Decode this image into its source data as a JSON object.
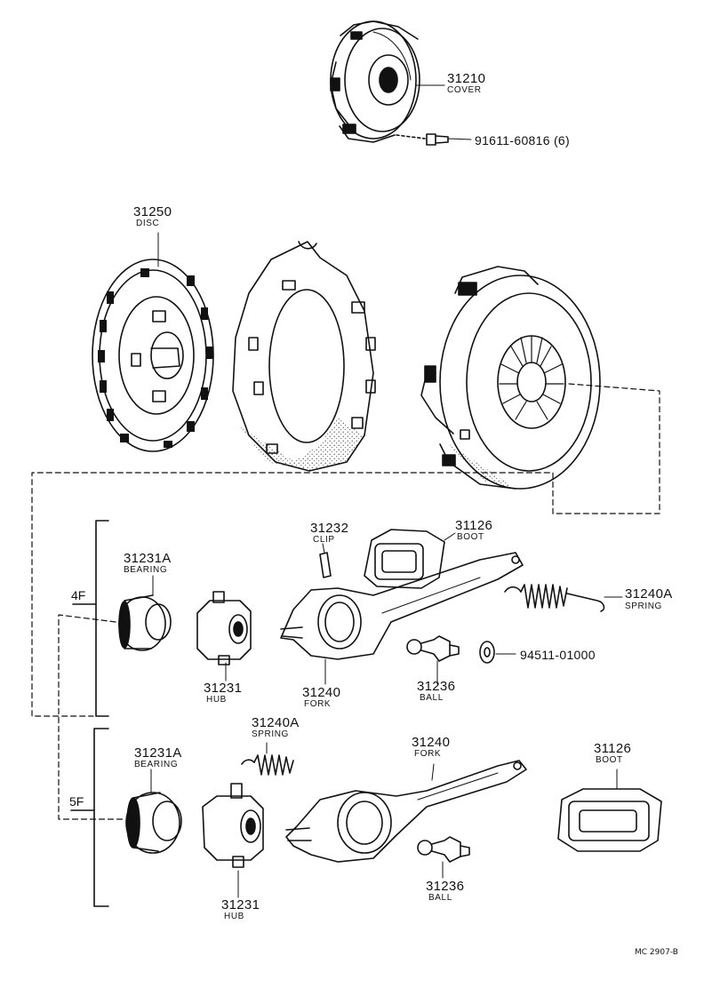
{
  "parts": {
    "cover": {
      "number": "31210",
      "name": "COVER"
    },
    "bolt": {
      "number": "91611-60816 (6)"
    },
    "disc": {
      "number": "31250",
      "name": "DISC"
    },
    "clip": {
      "number": "31232",
      "name": "CLIP"
    },
    "boot_4f": {
      "number": "31126",
      "name": "BOOT"
    },
    "bearing_4f": {
      "number": "31231A",
      "name": "BEARING"
    },
    "spring_4f": {
      "number": "31240A",
      "name": "SPRING"
    },
    "hub_4f": {
      "number": "31231",
      "name": "HUB"
    },
    "fork_4f": {
      "number": "31240",
      "name": "FORK"
    },
    "ball_4f": {
      "number": "31236",
      "name": "BALL"
    },
    "washer": {
      "number": "94511-01000"
    },
    "spring_5f": {
      "number": "31240A",
      "name": "SPRING"
    },
    "bearing_5f": {
      "number": "31231A",
      "name": "BEARING"
    },
    "fork_5f": {
      "number": "31240",
      "name": "FORK"
    },
    "boot_5f": {
      "number": "31126",
      "name": "BOOT"
    },
    "hub_5f": {
      "number": "31231",
      "name": "HUB"
    },
    "ball_5f": {
      "number": "31236",
      "name": "BALL"
    }
  },
  "groups": {
    "four_speed": "4F",
    "five_speed": "5F"
  },
  "footer_code": "MC 2907-B",
  "colors": {
    "ink": "#111111",
    "paper": "#ffffff"
  }
}
